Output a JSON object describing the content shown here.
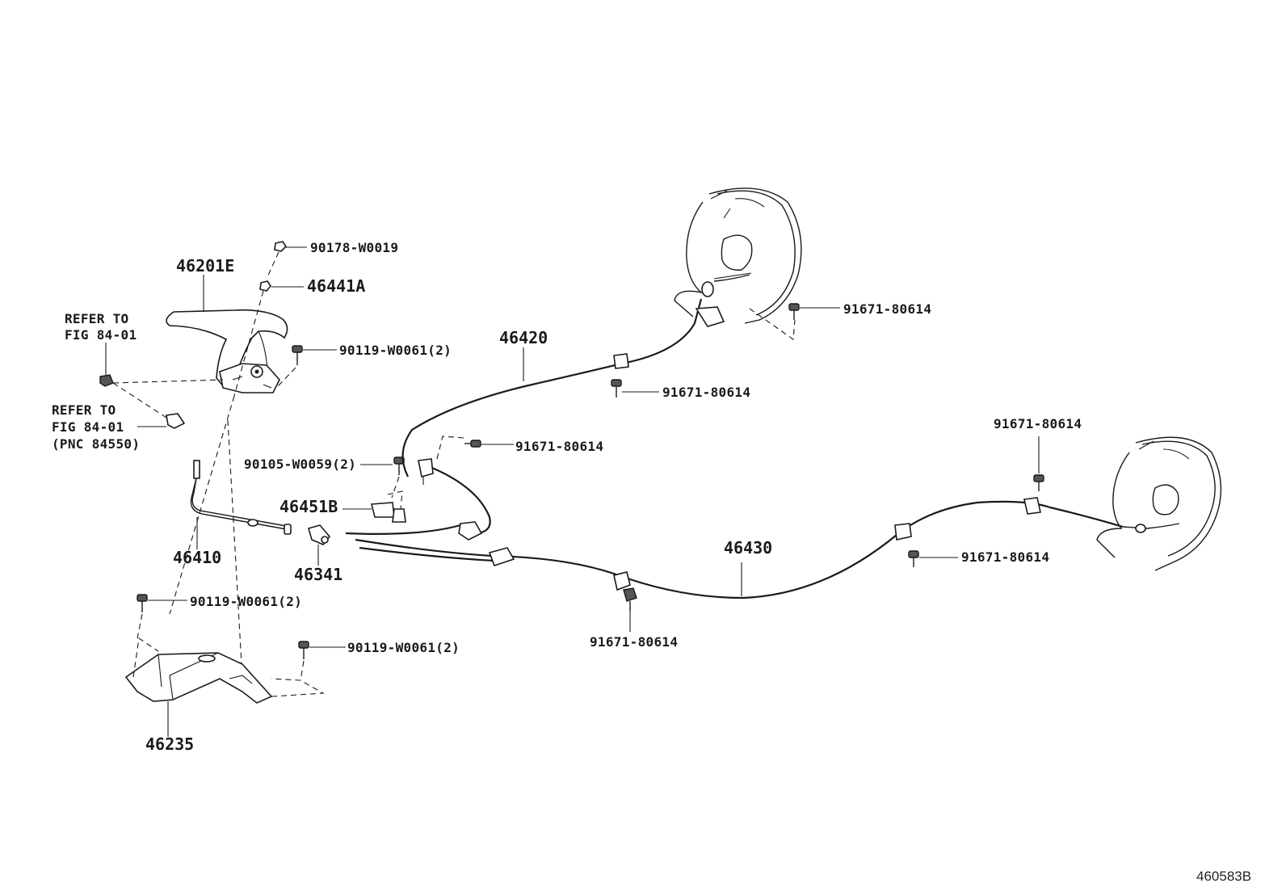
{
  "labels": {
    "p46201E": "46201E",
    "p90178": "90178-W0019",
    "p46441A": "46441A",
    "refer1_l1": "REFER TO",
    "refer1_l2": "FIG 84-01",
    "p90119_a": "90119-W0061(2)",
    "refer2_l1": "REFER TO",
    "refer2_l2": "FIG 84-01",
    "refer2_l3": "(PNC 84550)",
    "p46420": "46420",
    "p91671_a": "91671-80614",
    "p91671_b": "91671-80614",
    "p91671_c": "91671-80614",
    "p91671_d": "91671-80614",
    "p91671_e": "91671-80614",
    "p91671_f": "91671-80614",
    "p90105": "90105-W0059(2)",
    "p46451B": "46451B",
    "p46410": "46410",
    "p46341": "46341",
    "p46430": "46430",
    "p90119_b": "90119-W0061(2)",
    "p90119_c": "90119-W0061(2)",
    "p46235": "46235",
    "figure_id": "460583B"
  }
}
